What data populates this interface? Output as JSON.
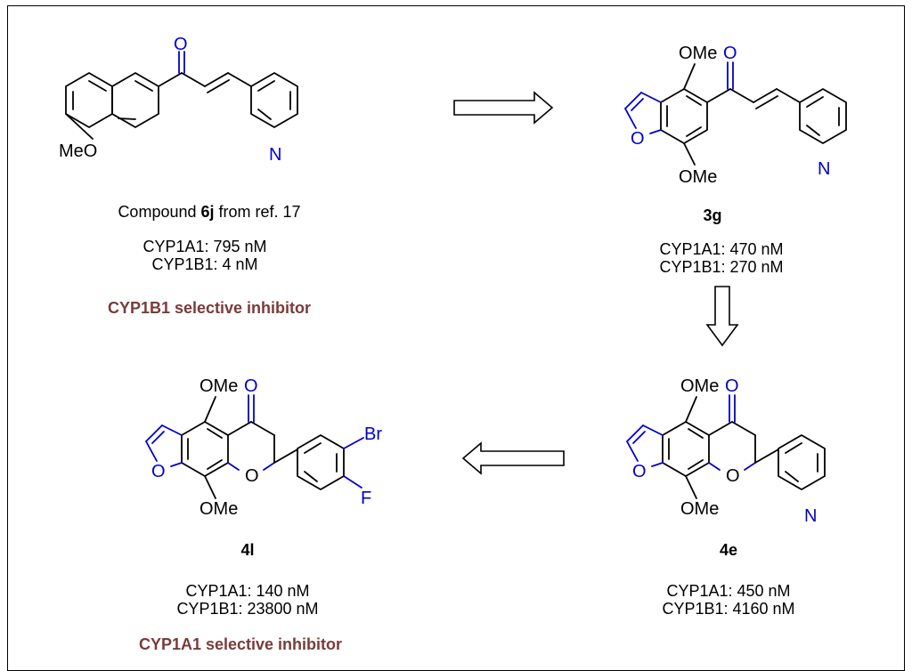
{
  "compounds": {
    "c6j": {
      "label_prefix": "Compound ",
      "label_bold": "6j",
      "label_suffix": " from ref. 17",
      "cyp1a1": "CYP1A1: 795 nM",
      "cyp1b1": "CYP1B1: 4 nM",
      "selectivity": "CYP1B1 selective inhibitor",
      "atoms": {
        "o": "O",
        "n": "N",
        "meo": "MeO"
      }
    },
    "c3g": {
      "label": "3g",
      "cyp1a1": "CYP1A1: 470 nM",
      "cyp1b1": "CYP1B1: 270 nM",
      "atoms": {
        "ome_top": "OMe",
        "ome_bottom": "OMe",
        "o_keto": "O",
        "o_furan": "O",
        "n": "N"
      }
    },
    "c4e": {
      "label": "4e",
      "cyp1a1": "CYP1A1: 450 nM",
      "cyp1b1": "CYP1B1: 4160 nM",
      "atoms": {
        "ome_top": "OMe",
        "ome_bottom": "OMe",
        "o_keto": "O",
        "o_furan": "O",
        "o_ring": "O",
        "n": "N"
      }
    },
    "c4l": {
      "label": "4l",
      "cyp1a1": "CYP1A1: 140 nM",
      "cyp1b1": "CYP1B1: 23800 nM",
      "selectivity": "CYP1A1 selective inhibitor",
      "atoms": {
        "ome_top": "OMe",
        "ome_bottom": "OMe",
        "o_keto": "O",
        "o_furan": "O",
        "o_ring": "O",
        "br": "Br",
        "f": "F"
      }
    }
  },
  "colors": {
    "hetero": "#0000cc",
    "selectivity": "#7a3b3b"
  }
}
